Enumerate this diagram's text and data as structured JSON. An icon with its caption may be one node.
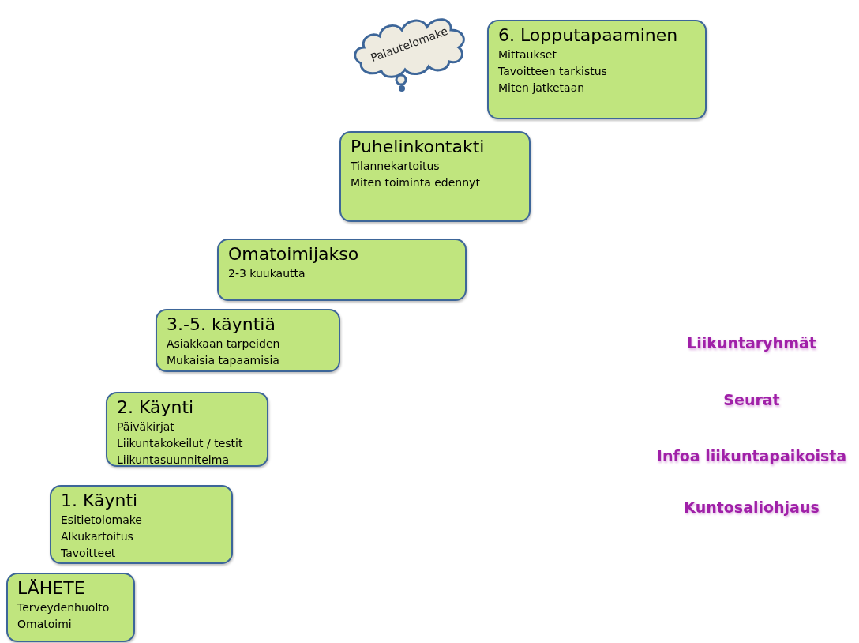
{
  "diagram": {
    "nodes": [
      {
        "text": [
          "LÄHETE",
          "Terveydenhuolto",
          "Omatoimi"
        ]
      },
      {
        "text": [
          "1.   Käynti",
          "Esitietolomake",
          "Alkukartoitus",
          "Tavoitteet"
        ]
      },
      {
        "text": [
          "2. Käynti",
          "Päiväkirjat",
          "Liikuntakokeilut / testit",
          "Liikuntasuunnitelma"
        ]
      },
      {
        "text": [
          "3.-5. käyntiä",
          "Asiakkaan tarpeiden",
          "Mukaisia tapaamisia"
        ]
      },
      {
        "text": [
          "Omatoimijakso",
          "2-3 kuukautta"
        ]
      },
      {
        "text": [
          "Puhelinkontakti",
          "Tilannekartoitus",
          "Miten toiminta edennyt"
        ]
      },
      {
        "text": [
          "Palautelomake"
        ]
      },
      {
        "text": [
          "6. Lopputapaaminen",
          "Mittaukset",
          "Tavoitteen tarkistus",
          "Miten jatketaan"
        ]
      }
    ],
    "labels": [
      "Liikuntaryhmät",
      "Seurat",
      "Infoa liikuntapaikoista",
      "Kuntosaliohjaus"
    ]
  }
}
